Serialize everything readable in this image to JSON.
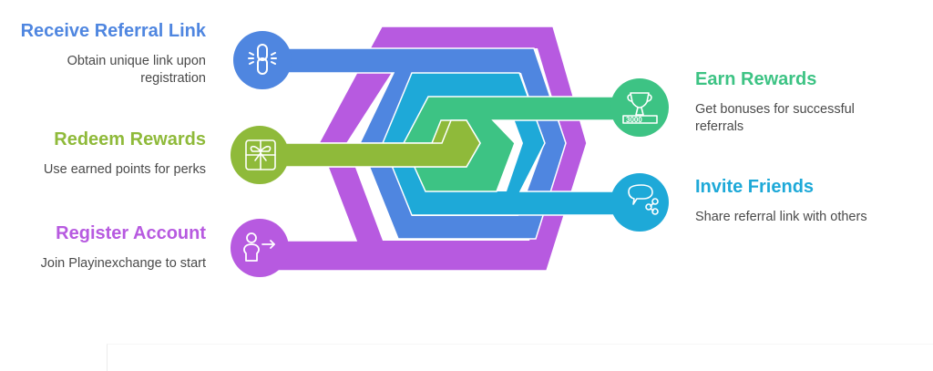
{
  "colors": {
    "purple": "#b75ae0",
    "blue": "#4f86e0",
    "cyan": "#1ea9d8",
    "green": "#3dc384",
    "lime": "#8fba3a",
    "description_text": "#4a4a4a",
    "band_outline": "#ffffff"
  },
  "steps": [
    {
      "id": "receive-referral-link",
      "title": "Receive Referral Link",
      "description_line1": "Obtain unique link upon",
      "description_line2": "registration",
      "icon": "broken-chain-link-icon",
      "color": "#4f86e0",
      "side": "left"
    },
    {
      "id": "redeem-rewards",
      "title": "Redeem Rewards",
      "description_line1": "Use earned points for perks",
      "description_line2": "",
      "icon": "gift-box-icon",
      "color": "#8fba3a",
      "side": "left"
    },
    {
      "id": "register-account",
      "title": "Register Account",
      "description_line1": "Join Playinexchange to start",
      "description_line2": "",
      "icon": "person-arrow-icon",
      "color": "#b75ae0",
      "side": "left"
    },
    {
      "id": "earn-rewards",
      "title": "Earn Rewards",
      "description_line1": "Get bonuses for successful",
      "description_line2": "referrals",
      "icon": "trophy-icon",
      "icon_caption": "3000",
      "color": "#3dc384",
      "side": "right"
    },
    {
      "id": "invite-friends",
      "title": "Invite Friends",
      "description_line1": "Share referral link with others",
      "description_line2": "",
      "icon": "chat-share-icon",
      "color": "#1ea9d8",
      "side": "right"
    }
  ]
}
